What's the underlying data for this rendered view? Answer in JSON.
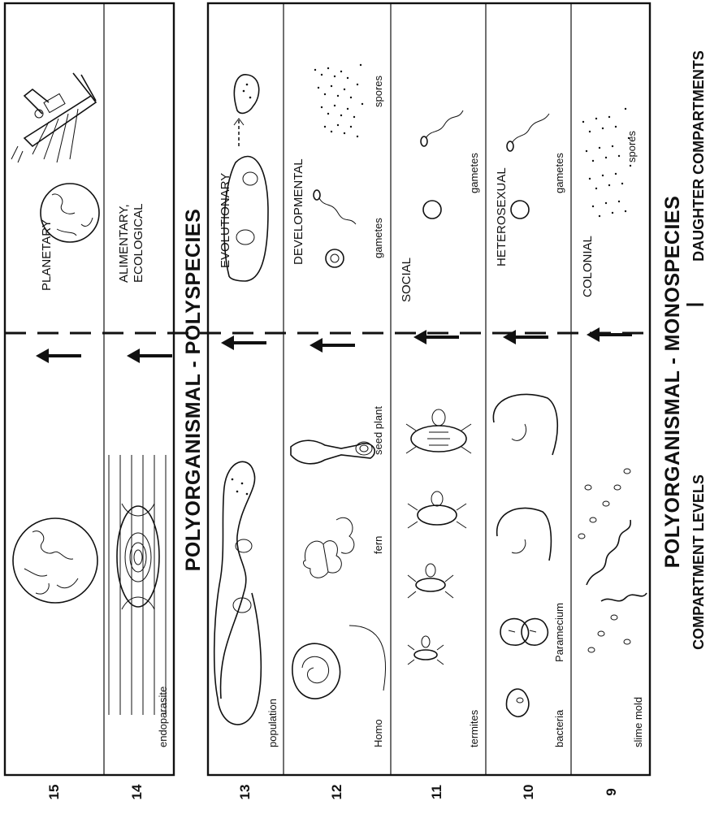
{
  "upper_panel": {
    "rows": [
      {
        "number": "15",
        "level": "PLANETARY"
      },
      {
        "number": "14",
        "level_line1": "ALIMENTARY,",
        "level_line2": "ECOLOGICAL",
        "example": "endoparasite"
      }
    ]
  },
  "middle_title": "POLYORGANISMAL  -  POLYSPECIES",
  "lower_panel": {
    "rows": [
      {
        "number": "13",
        "level": "EVOLUTIONARY",
        "examples": [
          "population"
        ]
      },
      {
        "number": "12",
        "level": "DEVELOPMENTAL",
        "examples": [
          "Homo",
          "fern",
          "seed plant"
        ],
        "daughter": [
          "gametes",
          "spores"
        ]
      },
      {
        "number": "11",
        "level": "SOCIAL",
        "examples": [
          "termites"
        ],
        "daughter": [
          "gametes"
        ]
      },
      {
        "number": "10",
        "level": "HETEROSEXUAL",
        "examples": [
          "bacteria",
          "Paramecium"
        ],
        "daughter": [
          "gametes"
        ]
      },
      {
        "number": "9",
        "level": "COLONIAL",
        "examples": [
          "slime mold"
        ],
        "daughter": [
          "spores"
        ]
      }
    ]
  },
  "bottom_title": "POLYORGANISMAL  -  MONOSPECIES",
  "footer": {
    "left": "COMPARTMENT LEVELS",
    "right": "DAUGHTER COMPARTMENTS"
  }
}
